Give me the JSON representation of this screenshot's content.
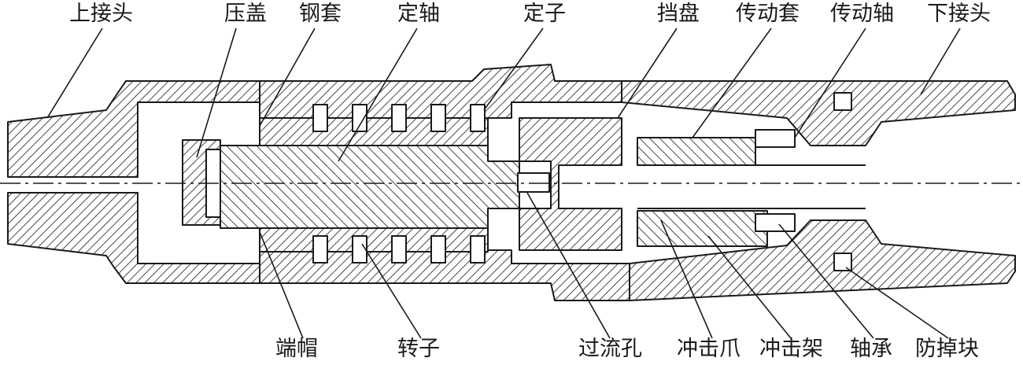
{
  "labels_top": [
    "上接头",
    "压盖",
    "钢套",
    "定轴",
    "定子",
    "挡盘",
    "传动套",
    "传动轴",
    "下接头"
  ],
  "labels_bottom": [
    "端帽",
    "转子",
    "过流孔",
    "冲击爪",
    "冲击架",
    "轴承",
    "防掉块"
  ],
  "colors": {
    "ink": "#1a1a1a",
    "paper": "#ffffff"
  }
}
